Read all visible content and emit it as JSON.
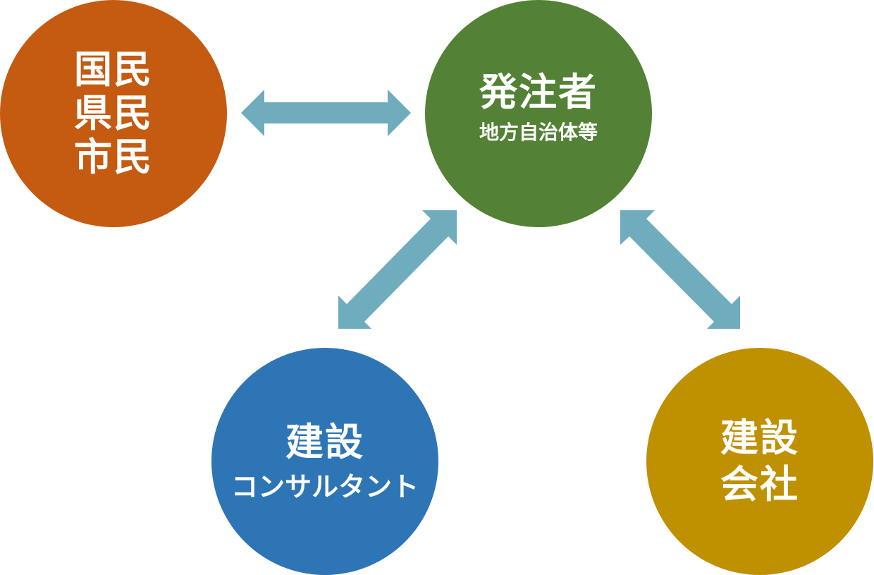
{
  "colors": {
    "public": "#C55A11",
    "client": "#538135",
    "consultant": "#2E75B6",
    "company": "#BF9000",
    "arrow": "#6FACBE"
  },
  "nodes": {
    "public": {
      "lines": [
        "国民",
        "県民",
        "市民"
      ]
    },
    "client": {
      "title": "発注者",
      "subtitle": "地方自治体等"
    },
    "consultant": {
      "title": "建設",
      "subtitle": "コンサルタント"
    },
    "company": {
      "lines": [
        "建設",
        "会社"
      ]
    }
  }
}
